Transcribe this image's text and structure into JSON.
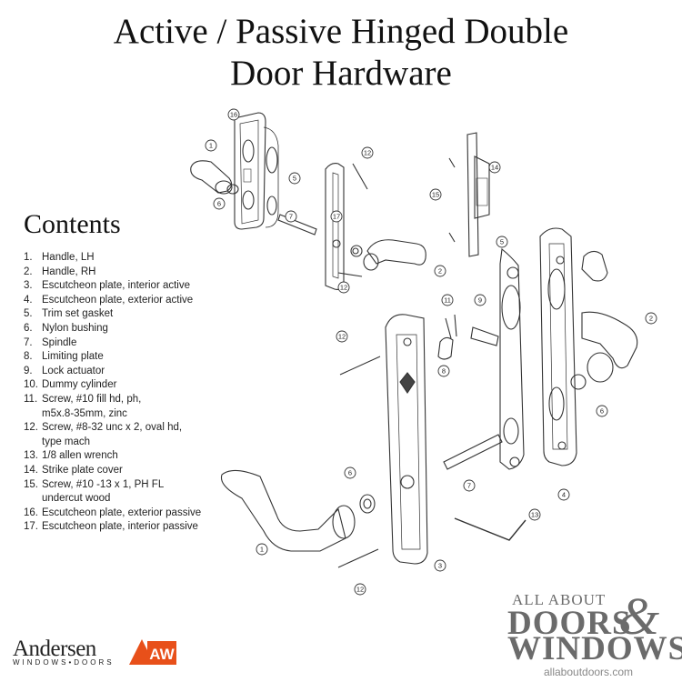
{
  "title_line1": "Active / Passive Hinged Double",
  "title_line2": "Door Hardware",
  "contents": {
    "heading": "Contents",
    "items": [
      {
        "num": "1.",
        "text": "Handle, LH"
      },
      {
        "num": "2.",
        "text": "Handle, RH"
      },
      {
        "num": "3.",
        "text": "Escutcheon plate, interior active"
      },
      {
        "num": "4.",
        "text": "Escutcheon plate, exterior active"
      },
      {
        "num": "5.",
        "text": "Trim set gasket"
      },
      {
        "num": "6.",
        "text": "Nylon bushing"
      },
      {
        "num": "7.",
        "text": "Spindle"
      },
      {
        "num": "8.",
        "text": "Limiting plate"
      },
      {
        "num": "9.",
        "text": "Lock actuator"
      },
      {
        "num": "10.",
        "text": "Dummy cylinder"
      },
      {
        "num": "11.",
        "text": "Screw, #10 fill hd, ph,\nm5x.8-35mm, zinc"
      },
      {
        "num": "12.",
        "text": "Screw, #8-32 unc x 2, oval hd,\ntype mach"
      },
      {
        "num": "13.",
        "text": "1/8 allen wrench"
      },
      {
        "num": "14.",
        "text": "Strike plate cover"
      },
      {
        "num": "15.",
        "text": "Screw, #10 -13 x 1, PH FL\nundercut wood"
      },
      {
        "num": "16.",
        "text": "Escutcheon plate, exterior passive"
      },
      {
        "num": "17.",
        "text": "Escutcheon plate, interior passive"
      }
    ]
  },
  "callouts": [
    "16",
    "1",
    "6",
    "5",
    "7",
    "12",
    "17",
    "12",
    "14",
    "15",
    "2",
    "5",
    "11",
    "9",
    "2",
    "12",
    "8",
    "6",
    "6",
    "7",
    "4",
    "13",
    "1",
    "3",
    "12"
  ],
  "brand": {
    "name": "Andersen",
    "sub": "WINDOWS•DOORS",
    "logo_text": "AW",
    "logo_color": "#e8501a"
  },
  "watermark": {
    "top": "ALL ABOUT",
    "doors": "DOORS",
    "amp": "&",
    "windows": "WINDOWS",
    "url": "allaboutdoors.com"
  }
}
